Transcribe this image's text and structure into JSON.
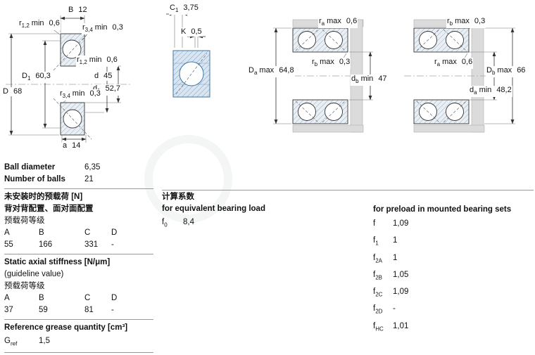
{
  "drawings": {
    "left": {
      "B": {
        "sym": "B",
        "sub": "",
        "suf": "",
        "val": "12"
      },
      "r12_top": {
        "sym": "r",
        "sub": "1,2",
        "suf": "min",
        "val": "0,6"
      },
      "r34_top": {
        "sym": "r",
        "sub": "3,4",
        "suf": "min",
        "val": "0,3"
      },
      "r12_mid": {
        "sym": "r",
        "sub": "1,2",
        "suf": "min",
        "val": "0,6"
      },
      "D1": {
        "sym": "D",
        "sub": "1",
        "suf": "",
        "val": "60,3"
      },
      "d": {
        "sym": "d",
        "sub": "",
        "suf": "",
        "val": "45"
      },
      "d1": {
        "sym": "d",
        "sub": "1",
        "suf": "",
        "val": "52,7"
      },
      "D": {
        "sym": "D",
        "sub": "",
        "suf": "",
        "val": "68"
      },
      "r34_bot": {
        "sym": "r",
        "sub": "3,4",
        "suf": "min",
        "val": "0,3"
      },
      "a": {
        "sym": "a",
        "sub": "",
        "suf": "",
        "val": "14"
      }
    },
    "middle": {
      "C1": {
        "sym": "C",
        "sub": "1",
        "suf": "",
        "val": "3,75"
      },
      "K": {
        "sym": "K",
        "sub": "",
        "suf": "",
        "val": "0,5"
      }
    },
    "pair_a": {
      "ra": {
        "sym": "r",
        "sub": "a",
        "suf": "max",
        "val": "0,6"
      },
      "rb": {
        "sym": "r",
        "sub": "b",
        "suf": "max",
        "val": "0,3"
      },
      "Da": {
        "sym": "D",
        "sub": "a",
        "suf": "max",
        "val": "64,8"
      },
      "db": {
        "sym": "d",
        "sub": "b",
        "suf": "min",
        "val": "47"
      }
    },
    "pair_b": {
      "rb": {
        "sym": "r",
        "sub": "b",
        "suf": "max",
        "val": "0,3"
      },
      "ra": {
        "sym": "r",
        "sub": "a",
        "suf": "max",
        "val": "0,6"
      },
      "Db": {
        "sym": "D",
        "sub": "b",
        "suf": "max",
        "val": "66"
      },
      "da": {
        "sym": "d",
        "sub": "a",
        "suf": "min",
        "val": "48,2"
      }
    }
  },
  "specs": {
    "ball_diameter_label": "Ball diameter",
    "ball_diameter_value": "6,35",
    "number_of_balls_label": "Number of balls",
    "number_of_balls_value": "21",
    "preload": {
      "title": "未安装时的预载荷 [N]",
      "subtitle": "背对背配置、面对面配置",
      "class_label": "预载荷等级",
      "headers": [
        "A",
        "B",
        "C",
        "D"
      ],
      "values": [
        "55",
        "166",
        "331",
        "-"
      ]
    },
    "stiffness": {
      "title": "Static axial stiffness [N/μm]",
      "subtitle": "(guideline value)",
      "class_label": "预载荷等级",
      "headers": [
        "A",
        "B",
        "C",
        "D"
      ],
      "values": [
        "37",
        "59",
        "81",
        "-"
      ]
    },
    "grease": {
      "title": "Reference grease quantity [cm³]",
      "sym": "G",
      "sub": "ref",
      "val": "1,5"
    }
  },
  "factors": {
    "title": "计算系数",
    "equivalent_load_title": "for equivalent bearing load",
    "f0": {
      "sym": "f",
      "sub": "0",
      "val": "8,4"
    },
    "preload_title": "for preload in mounted bearing sets",
    "rows": [
      {
        "sym": "f",
        "sub": "",
        "val": "1,09"
      },
      {
        "sym": "f",
        "sub": "1",
        "val": "1"
      },
      {
        "sym": "f",
        "sub": "2A",
        "val": "1"
      },
      {
        "sym": "f",
        "sub": "2B",
        "val": "1,05"
      },
      {
        "sym": "f",
        "sub": "2C",
        "val": "1,09"
      },
      {
        "sym": "f",
        "sub": "2D",
        "val": "-"
      },
      {
        "sym": "f",
        "sub": "HC",
        "val": "1,01"
      }
    ]
  }
}
